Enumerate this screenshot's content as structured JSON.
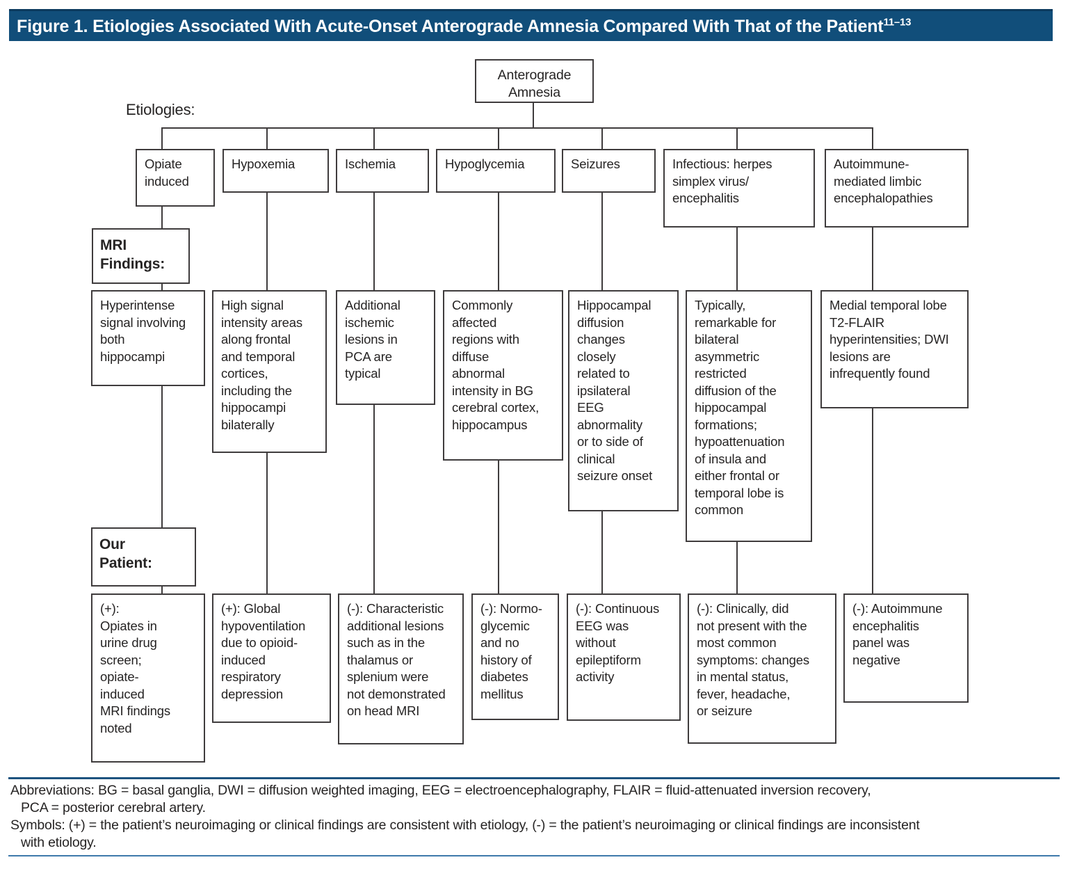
{
  "title": {
    "text": "Figure 1. Etiologies Associated With Acute-Onset Anterograde Amnesia Compared With That of the Patient",
    "superscript": "11–13"
  },
  "root_node": {
    "label": "Anterograde\nAmnesia"
  },
  "row_labels": {
    "etiologies": "Etiologies:",
    "mri_findings": "MRI\nFindings:",
    "our_patient": "Our\nPatient:"
  },
  "columns": [
    {
      "id": "opiate-induced",
      "etiology": "Opiate\ninduced",
      "mri_finding": "Hyperintense\nsignal involving\nboth\nhippocampi",
      "patient_finding": "(+):\nOpiates in\nurine drug\nscreen;\nopiate-\ninduced\nMRI findings\nnoted"
    },
    {
      "id": "hypoxemia",
      "etiology": "Hypoxemia",
      "mri_finding": "High signal\nintensity areas\nalong frontal\nand temporal\ncortices,\nincluding the\nhippocampi\nbilaterally",
      "patient_finding": "(+): Global\nhypoventilation\ndue to opioid-\ninduced\nrespiratory\ndepression"
    },
    {
      "id": "ischemia",
      "etiology": "Ischemia",
      "mri_finding": "Additional\nischemic\nlesions in\nPCA are\ntypical",
      "patient_finding": "(-): Characteristic\nadditional lesions\nsuch as in the\nthalamus or\nsplenium were\nnot demonstrated\non head MRI"
    },
    {
      "id": "hypoglycemia",
      "etiology": "Hypoglycemia",
      "mri_finding": "Commonly\naffected\nregions with\ndiffuse\nabnormal\nintensity in BG\ncerebral cortex,\nhippocampus",
      "patient_finding": "(-): Normo-\nglycemic\nand no\nhistory of\ndiabetes\nmellitus"
    },
    {
      "id": "seizures",
      "etiology": "Seizures",
      "mri_finding": "Hippocampal\ndiffusion\nchanges\nclosely\nrelated to\nipsilateral\nEEG\nabnormality\nor to side of\nclinical\nseizure onset",
      "patient_finding": "(-): Continuous\nEEG was\nwithout\nepileptiform\nactivity"
    },
    {
      "id": "infectious-hsv-encephalitis",
      "etiology": "Infectious: herpes\nsimplex virus/\nencephalitis",
      "mri_finding": "Typically,\nremarkable for\nbilateral\nasymmetric\nrestricted\ndiffusion of the\nhippocampal\nformations;\nhypoattenuation\nof insula and\neither frontal or\ntemporal lobe is\ncommon",
      "patient_finding": "(-): Clinically, did\nnot present with the\nmost common\nsymptoms: changes\nin mental status,\nfever, headache,\nor seizure"
    },
    {
      "id": "autoimmune-limbic-encephalopathies",
      "etiology": "Autoimmune-\nmediated limbic\nencephalopathies",
      "mri_finding": "Medial temporal lobe\nT2-FLAIR\nhyperintensities; DWI\nlesions are\ninfrequently found",
      "patient_finding": "(-): Autoimmune\nencephalitis\npanel was\nnegative"
    }
  ],
  "footer": {
    "abbreviations": "Abbreviations: BG = basal ganglia, DWI = diffusion weighted imaging, EEG = electroencephalography, FLAIR = fluid-attenuated inversion recovery,\nPCA = posterior cerebral artery.",
    "symbols": "Symbols: (+) = the patient’s neuroimaging or clinical findings are consistent with etiology, (-) = the patient’s neuroimaging or clinical findings are inconsistent\nwith etiology."
  },
  "colors": {
    "title_bar": "#114e7a",
    "rule_top": "#1d537f",
    "rule_bottom": "#3e79ab",
    "line": "#3f3c3d",
    "text": "#262424"
  }
}
